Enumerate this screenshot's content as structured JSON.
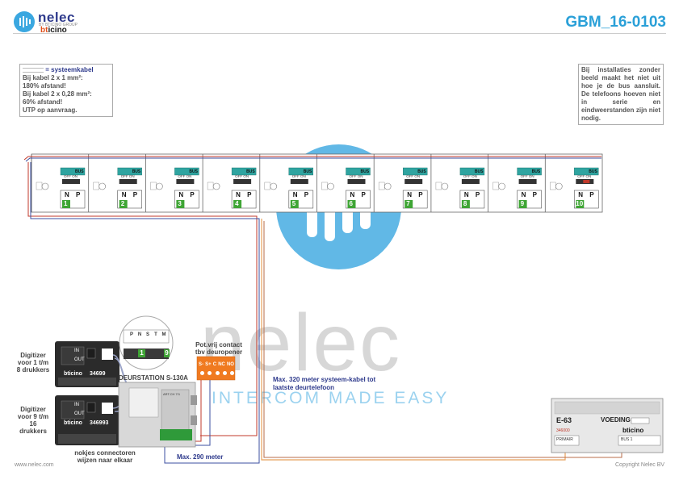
{
  "header": {
    "logo_word": "nelec",
    "logo_sub": "BY BTICINO GROUP",
    "logo_brand": "bticino",
    "code": "GBM_16-0103"
  },
  "notes": {
    "left_cable_label": "= systeemkabel",
    "left_lines": [
      "Bij kabel 2 x 1 mm²:",
      "180% afstand!",
      "Bij kabel 2 x 0,28 mm²:",
      "60% afstand!",
      "UTP op aanvraag."
    ],
    "right": "Bij installaties zonder beeld maakt het niet uit hoe je de bus aansluit. De telefoons hoeven niet in serie en eindweerstanden zijn niet nodig."
  },
  "phones": {
    "bus_label": "BUS",
    "switch_label": "OFF ON",
    "n_label": "N",
    "p_label": "P",
    "numbers": [
      "1",
      "2",
      "3",
      "4",
      "5",
      "6",
      "7",
      "8",
      "9",
      "10"
    ]
  },
  "diagram": {
    "digitizer_top_label": "Digitizer voor 1 t/m 8 drukkers",
    "digitizer_bottom_label": "Digitizer voor 9 t/m 16 drukkers",
    "digitizer_code": "346993",
    "digitizer_code_top": "34699",
    "bticino_mark": "bticino",
    "in_label": "IN",
    "out_label": "OUT",
    "deurstation_label": "DEURSTATION S-130A",
    "deurstation_code": "ART.CH 7/1",
    "connector_pins": [
      "P",
      "N",
      "S",
      "T",
      "M"
    ],
    "connector_num_left": "1",
    "connector_num_right": "9",
    "nokjes_label": "nokjes connectoren wijzen naar elkaar",
    "contact_title": "Pot.vrij contact tbv deuropener",
    "contact_terms": [
      "S-",
      "S+",
      "C",
      "NC",
      "NO"
    ],
    "max320": "Max. 320 meter systeem-kabel tot laatste deurtelefoon",
    "max290": "Max. 290 meter",
    "psu_model": "E-63",
    "psu_title": "VOEDING",
    "psu_code": "346000",
    "psu_primair": "PRIMAIR",
    "psu_bus": "BUS 1",
    "psu_brand": "bticino"
  },
  "watermark": {
    "word": "nelec",
    "tagline": "INTERCOM MADE EASY"
  },
  "footer": {
    "left": "www.nelec.com",
    "right": "Copyright Nelec BV"
  },
  "colors": {
    "brand_blue": "#2aa0d8",
    "dark_blue": "#2e3a8c",
    "orange": "#f07a20",
    "green": "#3fa535",
    "wire_red": "#c0392b",
    "wire_blue": "#3b4fa0",
    "wire_orange": "#e8a15a"
  }
}
